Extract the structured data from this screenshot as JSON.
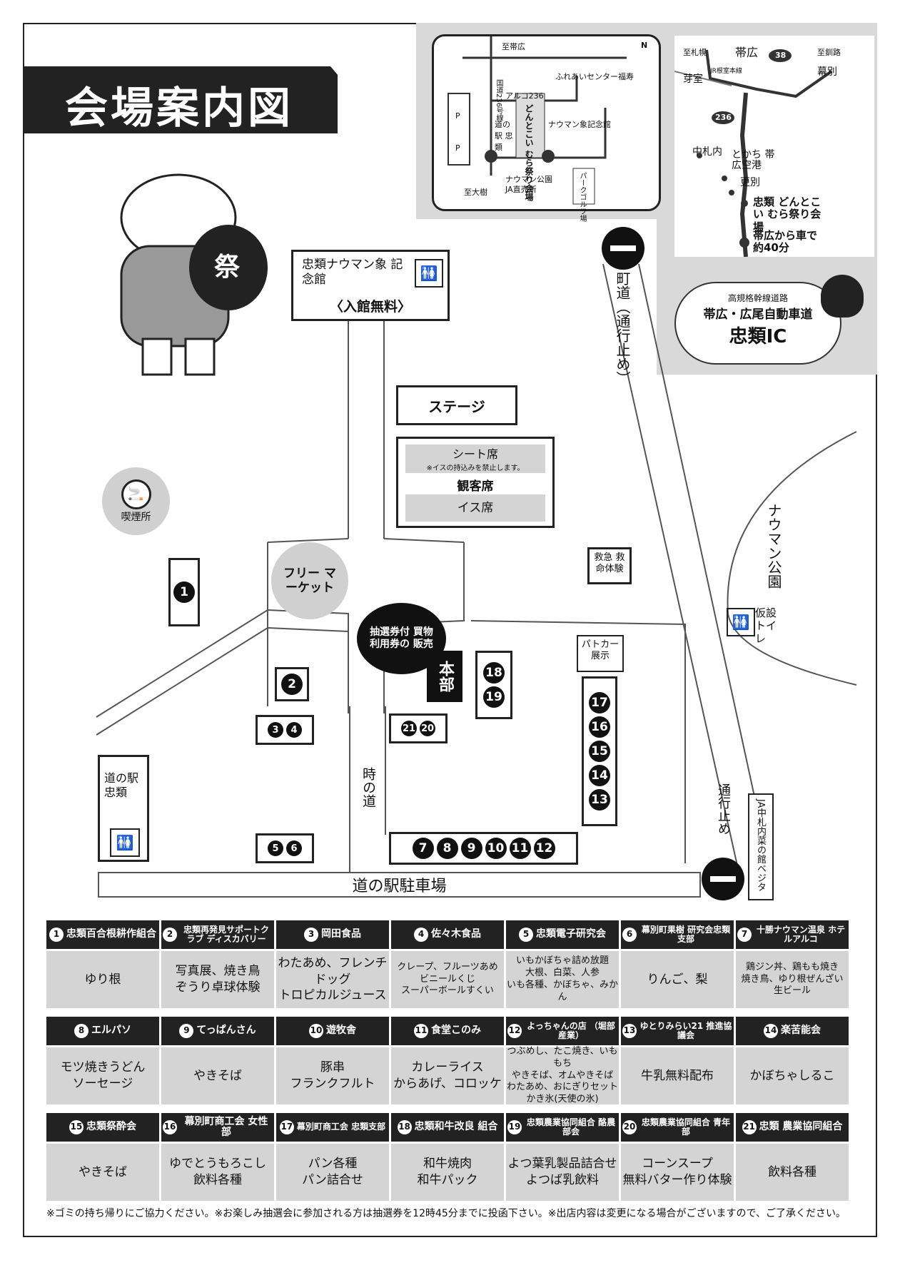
{
  "title": "会場案内図",
  "access_map": {
    "to_obihiro": "至帯広",
    "to_taiki": "至大樹",
    "route": "国道236号線",
    "fureai": "ふれあいセンター福寿",
    "arco": "アルコ236",
    "station": "道の駅 忠類",
    "museum": "ナウマン象記念館",
    "venue": "どんとこい むら祭り会場",
    "park": "ナウマン公園",
    "ja": "JA直売所",
    "parkgolf": "パークゴルフ場",
    "compass": "N",
    "p": "P"
  },
  "area_map": {
    "sapporo": "至札幌",
    "kushiro": "至釧路",
    "obihiro": "帯広",
    "memuro": "芽室",
    "jr": "JR根室本線",
    "makubetsu": "幕別",
    "r38": "38",
    "r236": "236",
    "nakasatsunai": "中札内",
    "airport": "とかち 帯広空港",
    "sarabetsu": "更別",
    "venue": "忠類 どんとこい むら祭り会場",
    "time": "帯広から車で 約40分"
  },
  "ic": {
    "line1": "高規格幹線道路",
    "line2": "帯広・広尾自動車道",
    "line3": "忠類IC"
  },
  "venue": {
    "museum": "忠類ナウマン象 記念館",
    "museum_free": "〈入館無料〉",
    "stage": "ステージ",
    "seat_sheet": "シート席",
    "seat_note": "※イスの持込みを禁止します。",
    "audience": "観客席",
    "seat_chair": "イス席",
    "smoking": "喫煙所",
    "flea": "フリー マーケット",
    "lottery": "抽選券付 買物利用券の 販売",
    "hq": "本部",
    "rescue": "救急 救命体験",
    "patrol": "パトカー 展示",
    "station": "道の駅 忠類",
    "toki_road": "時の道",
    "parking": "道の駅駐車場",
    "machi_road": "町道（通行止め）",
    "closed": "通行止め",
    "park": "ナウマン公園",
    "temp_toilet": "仮設 トイレ",
    "ja": "JA中札内菜の館ベジタ",
    "fan_text": "祭"
  },
  "booths": [
    {
      "num": "1",
      "name": "忠類百合根耕作組合",
      "items": "ゆり根"
    },
    {
      "num": "2",
      "name": "忠類再発見サポートクラブ ディスカバリー",
      "items": "写真展、焼き鳥\nぞうり卓球体験"
    },
    {
      "num": "3",
      "name": "岡田食品",
      "items": "わたあめ、フレンチドッグ\nトロピカルジュース"
    },
    {
      "num": "4",
      "name": "佐々木食品",
      "items": "クレープ、フルーツあめ\nビニールくじ\nスーパーボールすくい"
    },
    {
      "num": "5",
      "name": "忠類電子研究会",
      "items": "いもかぼちゃ詰め放題\n大根、白菜、人参\nいも各種、かぼちゃ、みかん"
    },
    {
      "num": "6",
      "name": "幕別町果樹 研究会忠類支部",
      "items": "りんご、梨"
    },
    {
      "num": "7",
      "name": "十勝ナウマン温泉 ホテルアルコ",
      "items": "鶏ジン丼、鶏もも焼き\n焼き鳥、ゆり根ぜんざい\n生ビール"
    },
    {
      "num": "8",
      "name": "エルパソ",
      "items": "モツ焼きうどん\nソーセージ"
    },
    {
      "num": "9",
      "name": "てっぱんさん",
      "items": "やきそば"
    },
    {
      "num": "10",
      "name": "遊牧舎",
      "items": "豚串\nフランクフルト"
    },
    {
      "num": "11",
      "name": "食堂このみ",
      "items": "カレーライス\nからあげ、コロッケ"
    },
    {
      "num": "12",
      "name": "よっちゃんの店 （堀部産業）",
      "items": "つぶめし、たこ焼き、いももち\nやきそば、オムやきそば\nわたあめ、おにぎりセット\nかき氷(天使の氷)"
    },
    {
      "num": "13",
      "name": "ゆとりみらい21 推進協議会",
      "items": "牛乳無料配布"
    },
    {
      "num": "14",
      "name": "楽苦能会",
      "items": "かぼちゃしるこ"
    },
    {
      "num": "15",
      "name": "忠類祭酔会",
      "items": "やきそば"
    },
    {
      "num": "16",
      "name": "幕別町商工会 女性部",
      "items": "ゆでとうもろこし\n飲料各種"
    },
    {
      "num": "17",
      "name": "幕別町商工会 忠類支部",
      "items": "パン各種\nパン詰合せ"
    },
    {
      "num": "18",
      "name": "忠類和牛改良 組合",
      "items": "和牛焼肉\n和牛パック"
    },
    {
      "num": "19",
      "name": "忠類農業協同組合 酪農部会",
      "items": "よつ葉乳製品詰合せ\nよつば乳飲料"
    },
    {
      "num": "20",
      "name": "忠類農業協同組合 青年部",
      "items": "コーンスープ\n無料バター作り体験"
    },
    {
      "num": "21",
      "name": "忠類 農業協同組合",
      "items": "飲料各種"
    }
  ],
  "footnote": "※ゴミの持ち帰りにご協力ください。※お楽しみ抽選会に参加される方は抽選券を12時45分までに投函下さい。※出店内容は変更になる場合がございますので、ご了承ください。"
}
